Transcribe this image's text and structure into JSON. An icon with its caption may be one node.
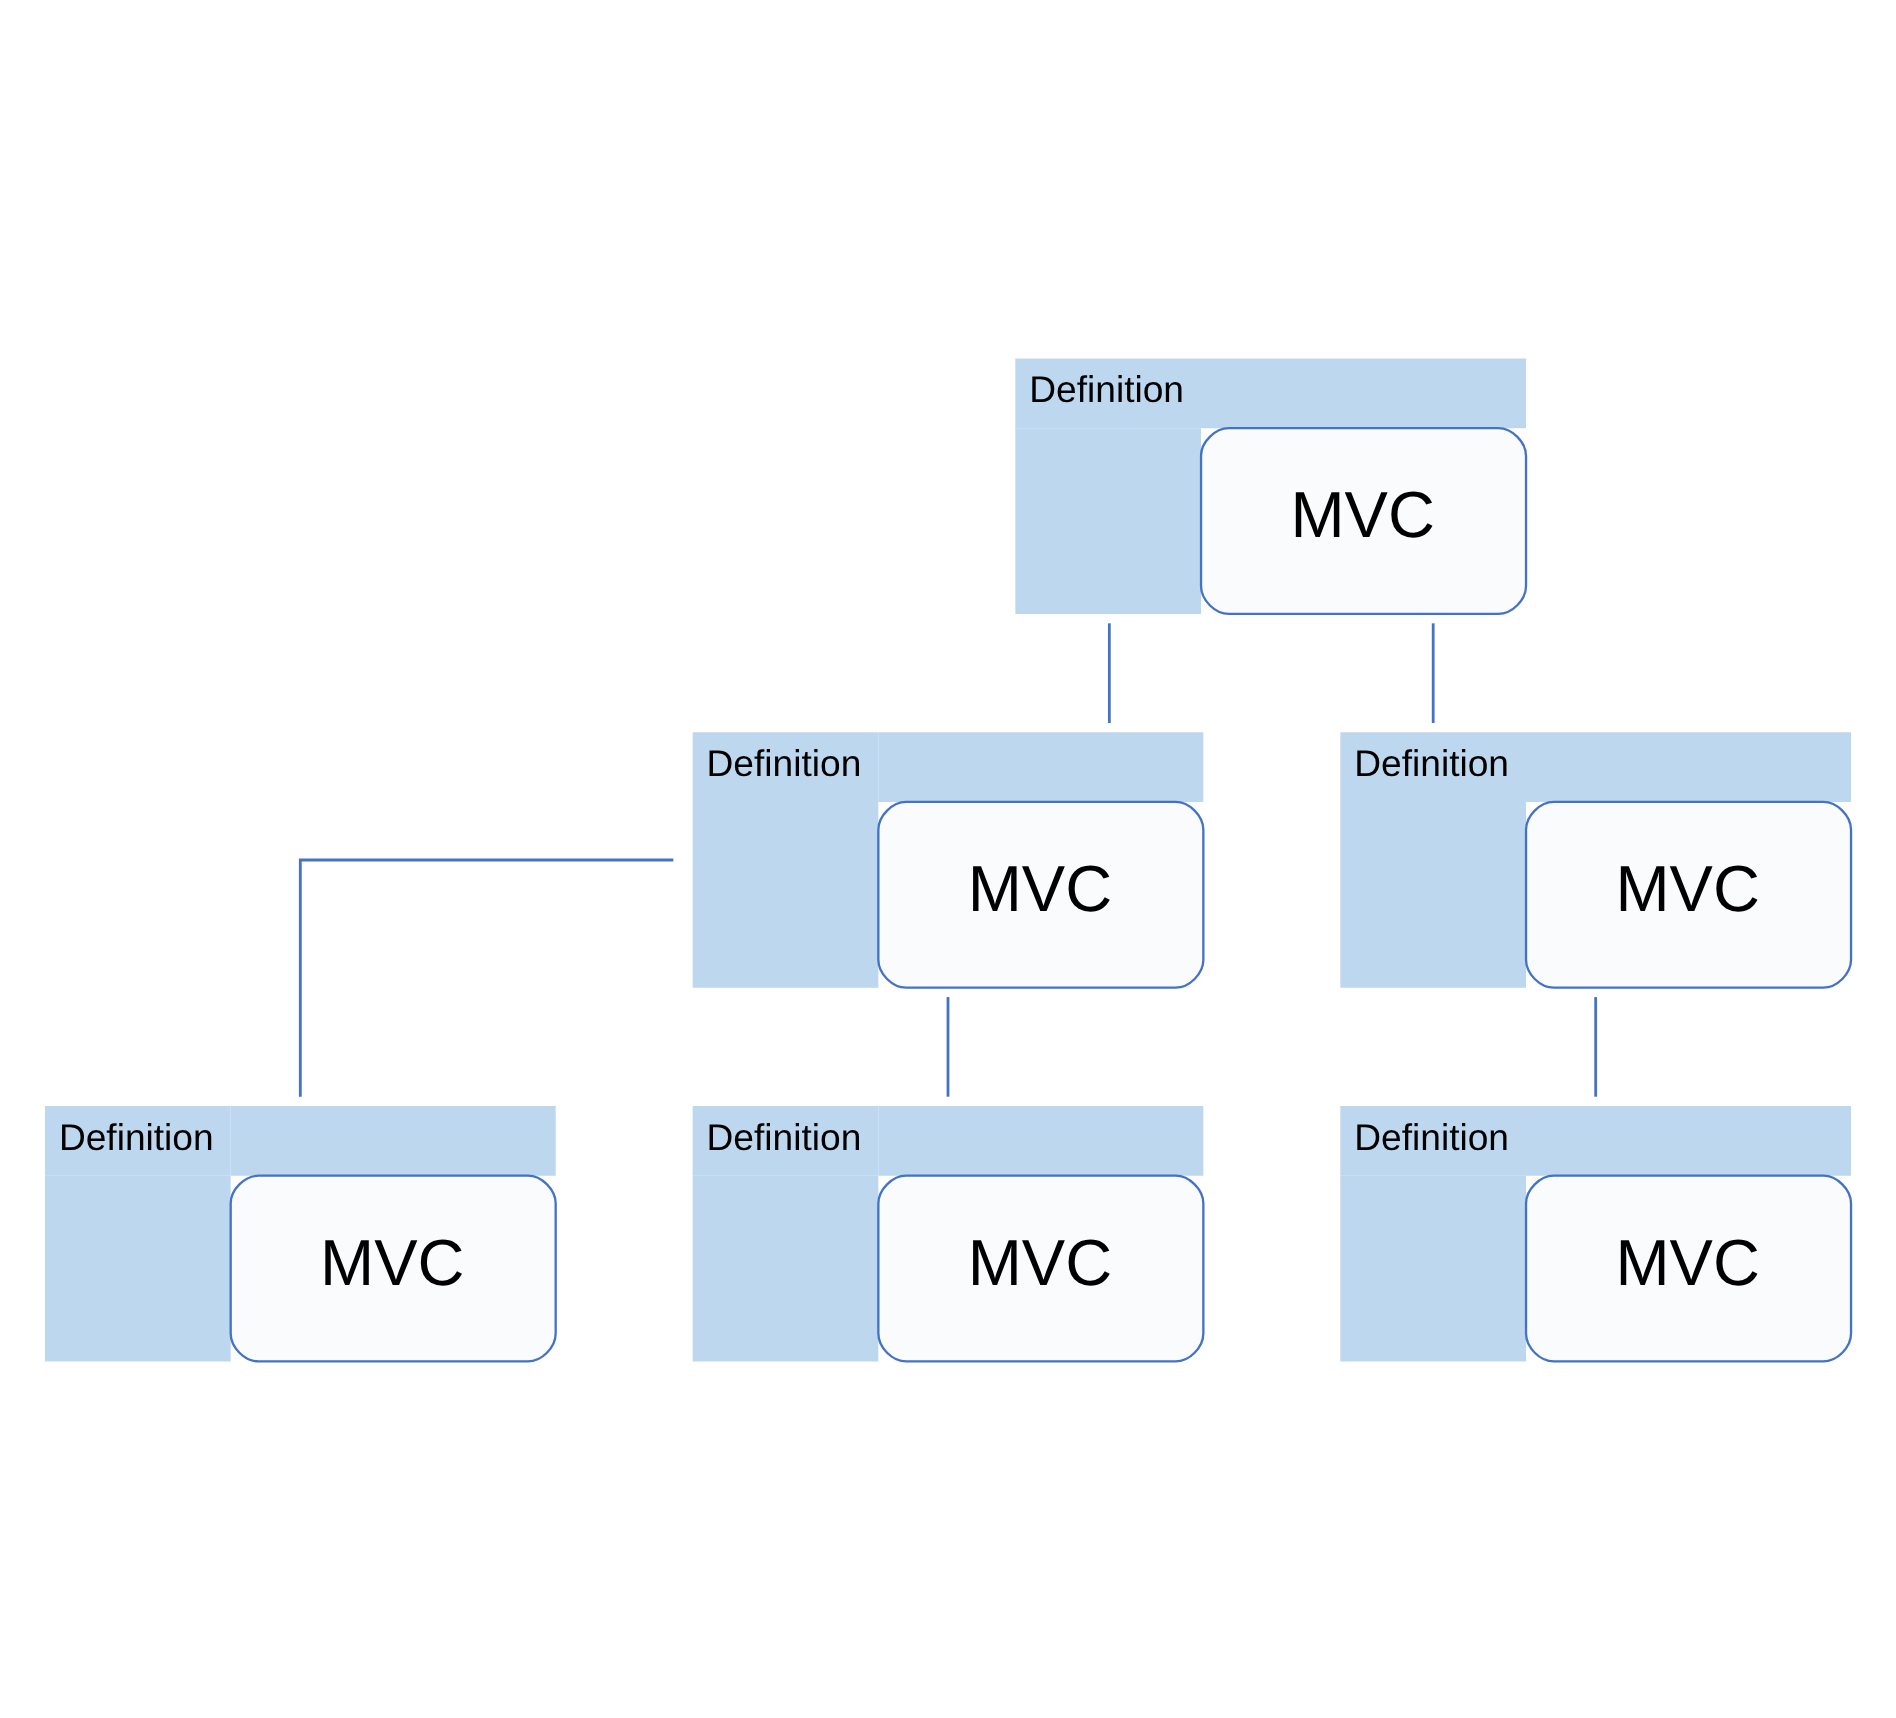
{
  "diagram": {
    "nodes": [
      {
        "text": [
          "Definition",
          "MVC"
        ]
      },
      {
        "text": [
          "Definition",
          "MVC"
        ]
      },
      {
        "text": [
          "Definition",
          "MVC"
        ]
      },
      {
        "text": [
          "Definition",
          "MVC"
        ]
      },
      {
        "text": [
          "Definition",
          "MVC"
        ]
      },
      {
        "text": [
          "Definition",
          "MVC"
        ]
      }
    ],
    "edges": [
      {
        "from": 0,
        "to": 1,
        "arrow": "none"
      },
      {
        "from": 0,
        "to": 2,
        "arrow": "none"
      },
      {
        "from": 1,
        "to": 3,
        "arrow": "none"
      },
      {
        "from": 1,
        "to": 4,
        "arrow": "none"
      },
      {
        "from": 2,
        "to": 5,
        "arrow": "none"
      }
    ]
  }
}
